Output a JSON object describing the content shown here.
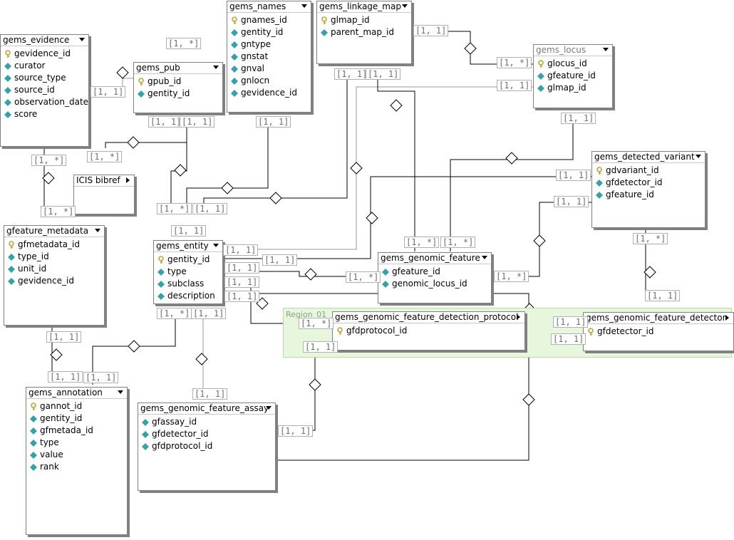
{
  "region": {
    "label": "Region_01"
  },
  "tables": [
    {
      "key": "gems_evidence",
      "title": "gems_evidence",
      "menu": "down",
      "pk": "gevidence_id",
      "cols": [
        "curator",
        "source_type",
        "source_id",
        "observation_date",
        "score"
      ]
    },
    {
      "key": "gems_pub",
      "title": "gems_pub",
      "menu": "down",
      "pk": "gpub_id",
      "cols": [
        "gentity_id"
      ]
    },
    {
      "key": "gems_names",
      "title": "gems_names",
      "menu": "down",
      "pk": "gnames_id",
      "cols": [
        "gentity_id",
        "gntype",
        "gnstat",
        "gnval",
        "gnlocn",
        "gevidence_id"
      ]
    },
    {
      "key": "gems_linkage_map",
      "title": "gems_linkage_map",
      "menu": "down",
      "pk": "glmap_id",
      "cols": [
        "parent_map_id"
      ]
    },
    {
      "key": "gems_locus",
      "title": "gems_locus",
      "menu": "down",
      "dim": true,
      "pk": "glocus_id",
      "cols": [
        "gfeature_id",
        "glmap_id"
      ]
    },
    {
      "key": "icis_bibref",
      "title": "ICIS bibref",
      "menu": "right",
      "pk": null,
      "cols": []
    },
    {
      "key": "gems_detected_variant",
      "title": "gems_detected_variant",
      "menu": "down",
      "pk": "gdvariant_id",
      "cols": [
        "gfdetector_id",
        "gfeature_id"
      ]
    },
    {
      "key": "gfeature_metadata",
      "title": "gfeature_metadata",
      "menu": "down",
      "pk": "gfmetadata_id",
      "cols": [
        "type_id",
        "unit_id",
        "gevidence_id"
      ]
    },
    {
      "key": "gems_entity",
      "title": "gems_entity",
      "menu": "down",
      "pk": "gentity_id",
      "cols": [
        "type",
        "subclass",
        "description"
      ]
    },
    {
      "key": "gems_genomic_feature",
      "title": "gems_genomic_feature",
      "menu": "down",
      "pk": null,
      "cols": [
        "gfeature_id",
        "genomic_locus_id"
      ]
    },
    {
      "key": "gems_gfdp",
      "title": "gems_genomic_feature_detection_protocol",
      "menu": "right",
      "pk": "gfdprotocol_id",
      "cols": []
    },
    {
      "key": "gems_gfd",
      "title": "gems_genomic_feature_detector",
      "menu": "right",
      "pk": "gfdetector_id",
      "cols": []
    },
    {
      "key": "gems_annotation",
      "title": "gems_annotation",
      "menu": "down",
      "pk": "gannot_id",
      "cols": [
        "gentity_id",
        "gfmetada_id",
        "type",
        "value",
        "rank"
      ]
    },
    {
      "key": "gems_gfa",
      "title": "gems_genomic_feature_assay",
      "menu": "down",
      "pk": null,
      "cols": [
        "gfassay_id",
        "gfdetector_id",
        "gfdprotocol_id"
      ]
    }
  ],
  "multiplicities": [
    "[1, *]",
    "[1, 1]",
    "[1, 1]",
    "[1, 1]",
    "[1, *]",
    "[1, 1]",
    "[1, 1]",
    "[1, *]",
    "[1, 1]",
    "[1, 1]",
    "[1, 1]",
    "[1, *]",
    "[1, 1]",
    "[1, *]",
    "[1, 1]",
    "[1, 1]",
    "[1, *]",
    "[1, 1]",
    "[1, 1]",
    "[1, 1]",
    "[1, 1]",
    "[1, 1]",
    "[1, *]",
    "[1, *]",
    "[1, 1]",
    "[1, *]",
    "[1, 1]",
    "[1, 1]",
    "[1, *]",
    "[1, *]",
    "[1, *]",
    "[1, 1]",
    "[1, *]",
    "[1, 1]",
    "[1, 1]",
    "[1, 1]",
    "[1, 1]",
    "[1, 1]",
    "[1, 1]",
    "[1, 1]",
    "[1, 1]"
  ],
  "colors": {
    "pk_icon": "#b8a640",
    "col_icon": "#3aa0a8",
    "line": "#000000",
    "region_fill": "#e6f7de"
  }
}
